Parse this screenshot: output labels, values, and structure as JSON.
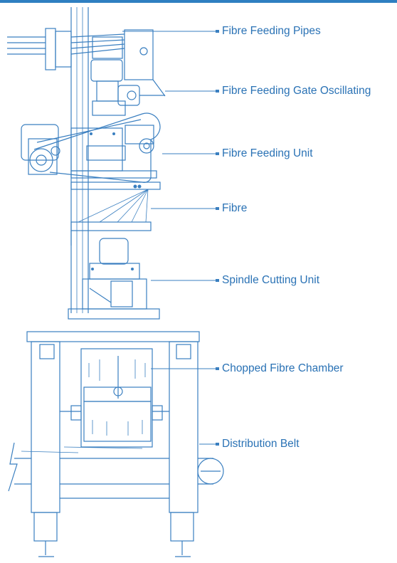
{
  "labels": {
    "pipes": "Fibre Feeding Pipes",
    "gate": "Fibre Feeding Gate Oscillating",
    "unit": "Fibre Feeding Unit",
    "fibre": "Fibre",
    "spindle": "Spindle Cutting Unit",
    "chamber": "Chopped Fibre Chamber",
    "belt": "Distribution Belt"
  },
  "colors": {
    "accent": "#2f7fc1",
    "line": "#3a7fc0",
    "text": "#2a72b5"
  }
}
